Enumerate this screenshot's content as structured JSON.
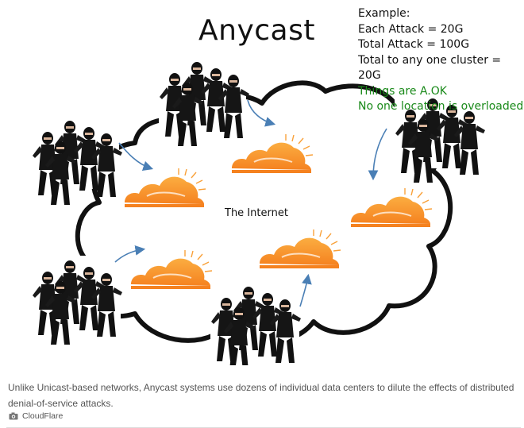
{
  "diagram": {
    "title": "Anycast",
    "example": {
      "heading": "Example:",
      "lines": [
        "Each Attack = 20G",
        "Total Attack = 100G",
        "Total to any one cluster = 20G"
      ],
      "ok_lines": [
        "Things are A.OK",
        "No one location is overloaded"
      ]
    },
    "center_label": "The Internet"
  },
  "caption": {
    "text": "Unlike Unicast-based networks, Anycast systems use dozens of individual data centers to dilute the effects of distributed denial-of-service attacks.",
    "credit": "CloudFlare"
  },
  "colors": {
    "cloud_orange": "#f58220",
    "cloud_light": "#fbad41",
    "arrow_blue": "#4a7fb5",
    "ok_green": "#1a8a1a"
  },
  "icons": [
    "camera-icon",
    "cloudflare-cloud-icon",
    "attacker-group-icon",
    "arrow-icon"
  ]
}
